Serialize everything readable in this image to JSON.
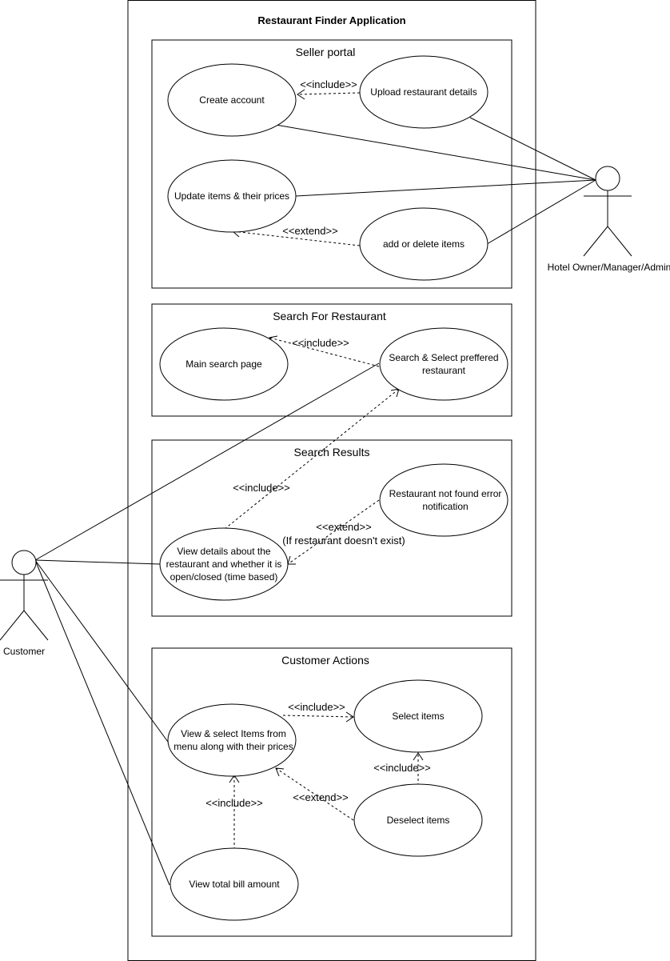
{
  "system": {
    "title": "Restaurant Finder Application"
  },
  "packages": [
    {
      "id": "seller",
      "title": "Seller portal"
    },
    {
      "id": "search",
      "title": "Search For Restaurant"
    },
    {
      "id": "results",
      "title": "Search Results"
    },
    {
      "id": "actions",
      "title": "Customer Actions"
    }
  ],
  "use_cases": {
    "create_account": [
      "Create account"
    ],
    "upload_details": [
      "Upload restaurant details"
    ],
    "update_items": [
      "Update items & their prices"
    ],
    "add_delete": [
      "add or delete items"
    ],
    "main_search": [
      "Main search page"
    ],
    "search_select": [
      "Search & Select preffered",
      "restaurant"
    ],
    "not_found": [
      "Restaurant not found error",
      "notification"
    ],
    "view_details": [
      "View details about the",
      "restaurant and whether it is",
      "open/closed (time based)"
    ],
    "view_menu": [
      "View & select Items from",
      "menu along with their prices"
    ],
    "select_items": [
      "Select items"
    ],
    "deselect_items": [
      "Deselect items"
    ],
    "view_bill": [
      "View total bill amount"
    ]
  },
  "actors": {
    "owner": "Hotel Owner/Manager/Admin",
    "customer": "Customer"
  },
  "relations": [
    {
      "id": "r1",
      "lines": [
        "<<include>>"
      ]
    },
    {
      "id": "r2",
      "lines": [
        "<<extend>>"
      ]
    },
    {
      "id": "r3",
      "lines": [
        "<<include>>"
      ]
    },
    {
      "id": "r4",
      "lines": [
        "<<include>>"
      ]
    },
    {
      "id": "r5",
      "lines": [
        "<<extend>>",
        "(If restaurant doesn't exist)"
      ]
    },
    {
      "id": "r6",
      "lines": [
        "<<include>>"
      ]
    },
    {
      "id": "r7",
      "lines": [
        "<<include>>"
      ]
    },
    {
      "id": "r8",
      "lines": [
        "<<extend>>"
      ]
    },
    {
      "id": "r9",
      "lines": [
        "<<include>>"
      ]
    }
  ]
}
